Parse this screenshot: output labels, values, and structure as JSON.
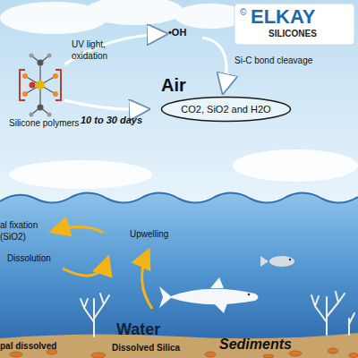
{
  "diagram": {
    "nodes": [
      {
        "text": [
          "CO2, SiO2 and H2O"
        ]
      }
    ],
    "labels": [
      "©",
      "ELKAY",
      "SILICONES",
      "UV light,",
      "oxidation",
      "•OH",
      "Si-C bond cleavage",
      "Air",
      "Silicone polymers",
      "10 to 30 days",
      "al fixation",
      "(SiO2)",
      "Upwelling",
      "Dissolution",
      "Water",
      "pal dissolved",
      "Dissolved Silica",
      "Sediments"
    ]
  }
}
